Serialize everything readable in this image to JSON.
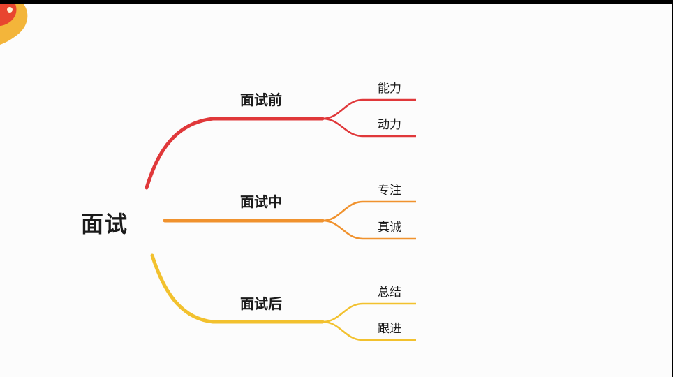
{
  "mindmap": {
    "root": "面试",
    "branches": [
      {
        "label": "面试前",
        "color": "#e0383a",
        "leaves": [
          "能力",
          "动力"
        ]
      },
      {
        "label": "面试中",
        "color": "#f0922e",
        "leaves": [
          "专注",
          "真诚"
        ]
      },
      {
        "label": "面试后",
        "color": "#f2c12e",
        "leaves": [
          "总结",
          "跟进"
        ]
      }
    ]
  }
}
